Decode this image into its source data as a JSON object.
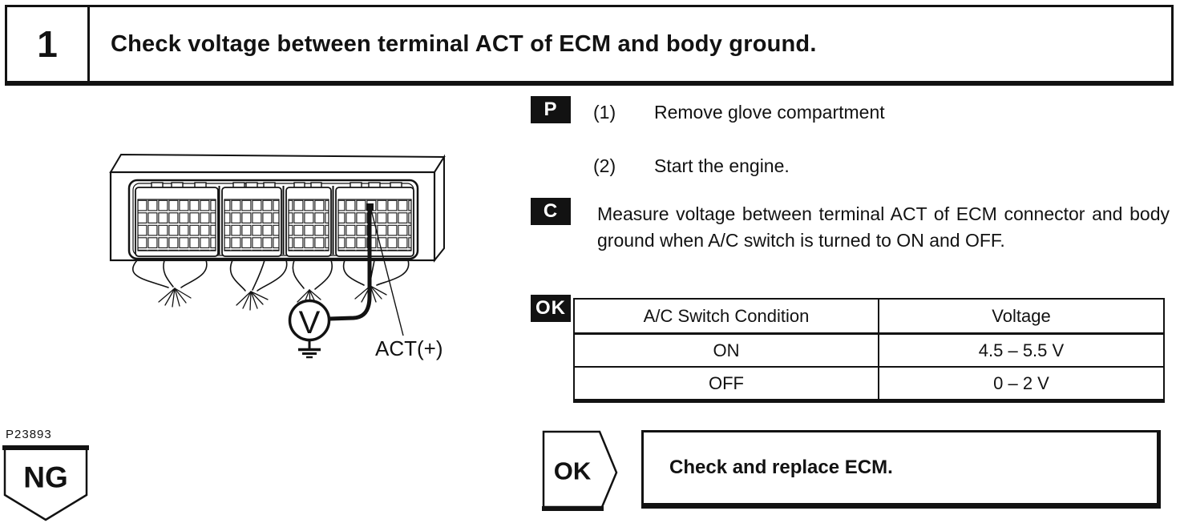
{
  "document": {
    "step": {
      "number": "1",
      "title": "Check voltage between terminal ACT of ECM and body ground."
    },
    "figure": {
      "photo_id": "P23893",
      "voltmeter_label": "V",
      "terminal_label": "ACT(+)"
    },
    "sections": {
      "preparation": {
        "badge": "P",
        "steps": [
          {
            "num": "(1)",
            "text": "Remove glove compartment"
          },
          {
            "num": "(2)",
            "text": "Start the engine."
          }
        ]
      },
      "check": {
        "badge": "C",
        "text": "Measure voltage between terminal ACT of ECM connector and body ground when A/C switch is turned to ON and OFF."
      },
      "result_spec": {
        "badge": "OK",
        "table": {
          "headers": [
            "A/C Switch Condition",
            "Voltage"
          ],
          "rows": [
            [
              "ON",
              "4.5 – 5.5 V"
            ],
            [
              "OFF",
              "0 – 2 V"
            ]
          ]
        }
      }
    },
    "flow": {
      "ng_label": "NG",
      "ok_label": "OK",
      "ok_action": "Check and replace ECM."
    }
  }
}
